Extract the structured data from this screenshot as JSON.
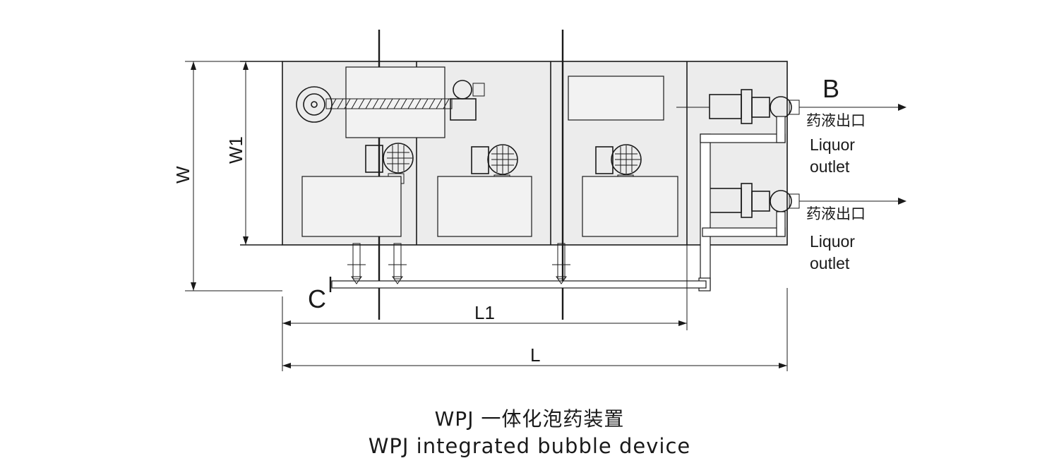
{
  "labels": {
    "outlet_marker": "B",
    "inlet_marker": "C",
    "outlet_1_cn": "药液出口",
    "outlet_1_en_line1": "Liquor",
    "outlet_1_en_line2": "outlet",
    "outlet_2_cn": "药液出口",
    "outlet_2_en_line1": "Liquor",
    "outlet_2_en_line2": "outlet"
  },
  "dimensions": {
    "width_total": "W",
    "width_inner": "W1",
    "length_inner": "L1",
    "length_total": "L"
  },
  "caption": {
    "title_cn": "WPJ 一体化泡药装置",
    "title_en": "WPJ integrated bubble device"
  },
  "colors": {
    "line": "#1a1a1a",
    "tank_fill": "#ececec",
    "background": "#ffffff"
  }
}
